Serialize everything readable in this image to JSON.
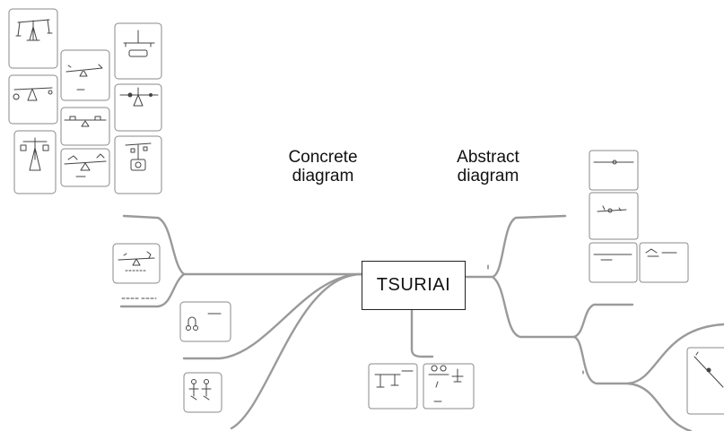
{
  "central_topic": "TSURIAI",
  "headings": {
    "concrete": [
      "Concrete",
      "diagram"
    ],
    "abstract": [
      "Abstract",
      "diagram"
    ]
  },
  "colors": {
    "branch": "#9a9a9a",
    "card_border": "#8a8a8a",
    "sketch": "#444444",
    "background": "#ffffff"
  }
}
